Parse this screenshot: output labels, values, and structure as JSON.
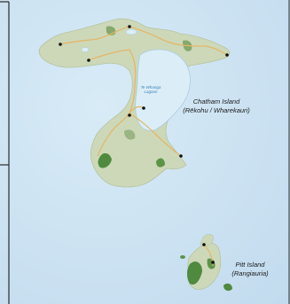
{
  "map": {
    "islands": {
      "chatham": {
        "name": "Chatham Island",
        "alt_name": "(Rēkohu / Wharekauri)"
      },
      "pitt": {
        "name": "Pitt Island",
        "alt_name": "(Rangiauria)"
      }
    },
    "lagoon": {
      "name_line1": "Te Whanga",
      "name_line2": "Lagoon"
    },
    "colors": {
      "sea": "#cfe4f3",
      "sea_deep": "#c3dcee",
      "land": "#cdd8b9",
      "forest": "#4f8a3f",
      "lagoon": "#dbeef7",
      "road": "#e2b86a",
      "frame": "#2a2a2a",
      "settlement": "#111111"
    }
  }
}
